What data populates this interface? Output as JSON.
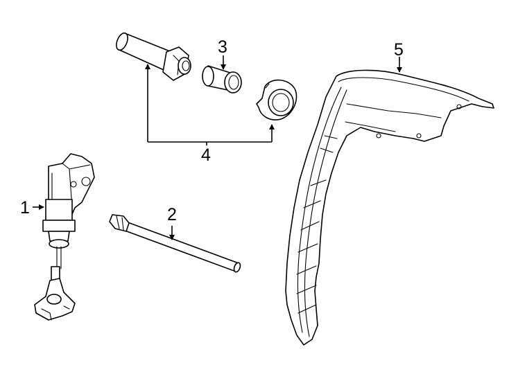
{
  "callouts": [
    {
      "id": "1",
      "text": "1"
    },
    {
      "id": "2",
      "text": "2"
    },
    {
      "id": "3",
      "text": "3"
    },
    {
      "id": "4",
      "text": "4"
    },
    {
      "id": "5",
      "text": "5"
    }
  ],
  "parts": [
    {
      "callout": "1",
      "icon": "spare-tire-hoist-icon"
    },
    {
      "callout": "2",
      "icon": "jack-handle-extension-icon"
    },
    {
      "callout": "3",
      "icon": "plug-icon"
    },
    {
      "callout": "4",
      "icon": "fastener-set-icon"
    },
    {
      "callout": "5",
      "icon": "wheelhouse-liner-icon"
    }
  ]
}
